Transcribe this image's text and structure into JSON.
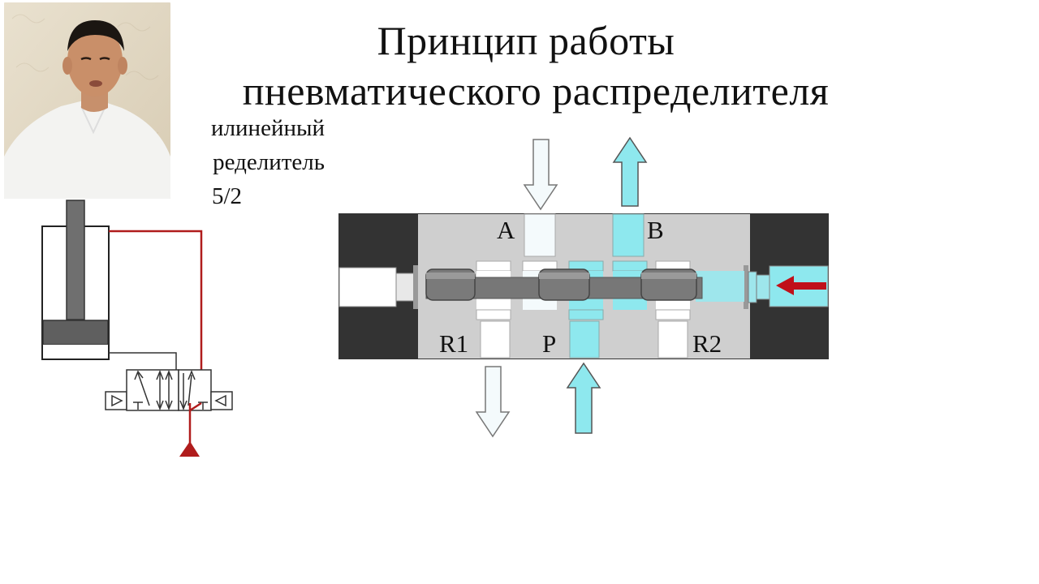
{
  "slide": {
    "title_line1": "Принцип работы",
    "title_line2": "пневматического распределителя",
    "subtitle_line1": "илинейный",
    "subtitle_line2": "ределитель",
    "subtitle_line3": "5/2"
  },
  "valve_diagram": {
    "port_labels": {
      "a": "A",
      "b": "B",
      "r1": "R1",
      "p": "P",
      "r2": "R2"
    }
  },
  "colors": {
    "valve_dark": "#333333",
    "valve_body": "#cfcfcf",
    "air_flow": "#8ee8ee",
    "exhaust_flow": "#e6f3f8",
    "pilot_arrow": "#c0101a",
    "schematic_line": "#b01c1c"
  }
}
